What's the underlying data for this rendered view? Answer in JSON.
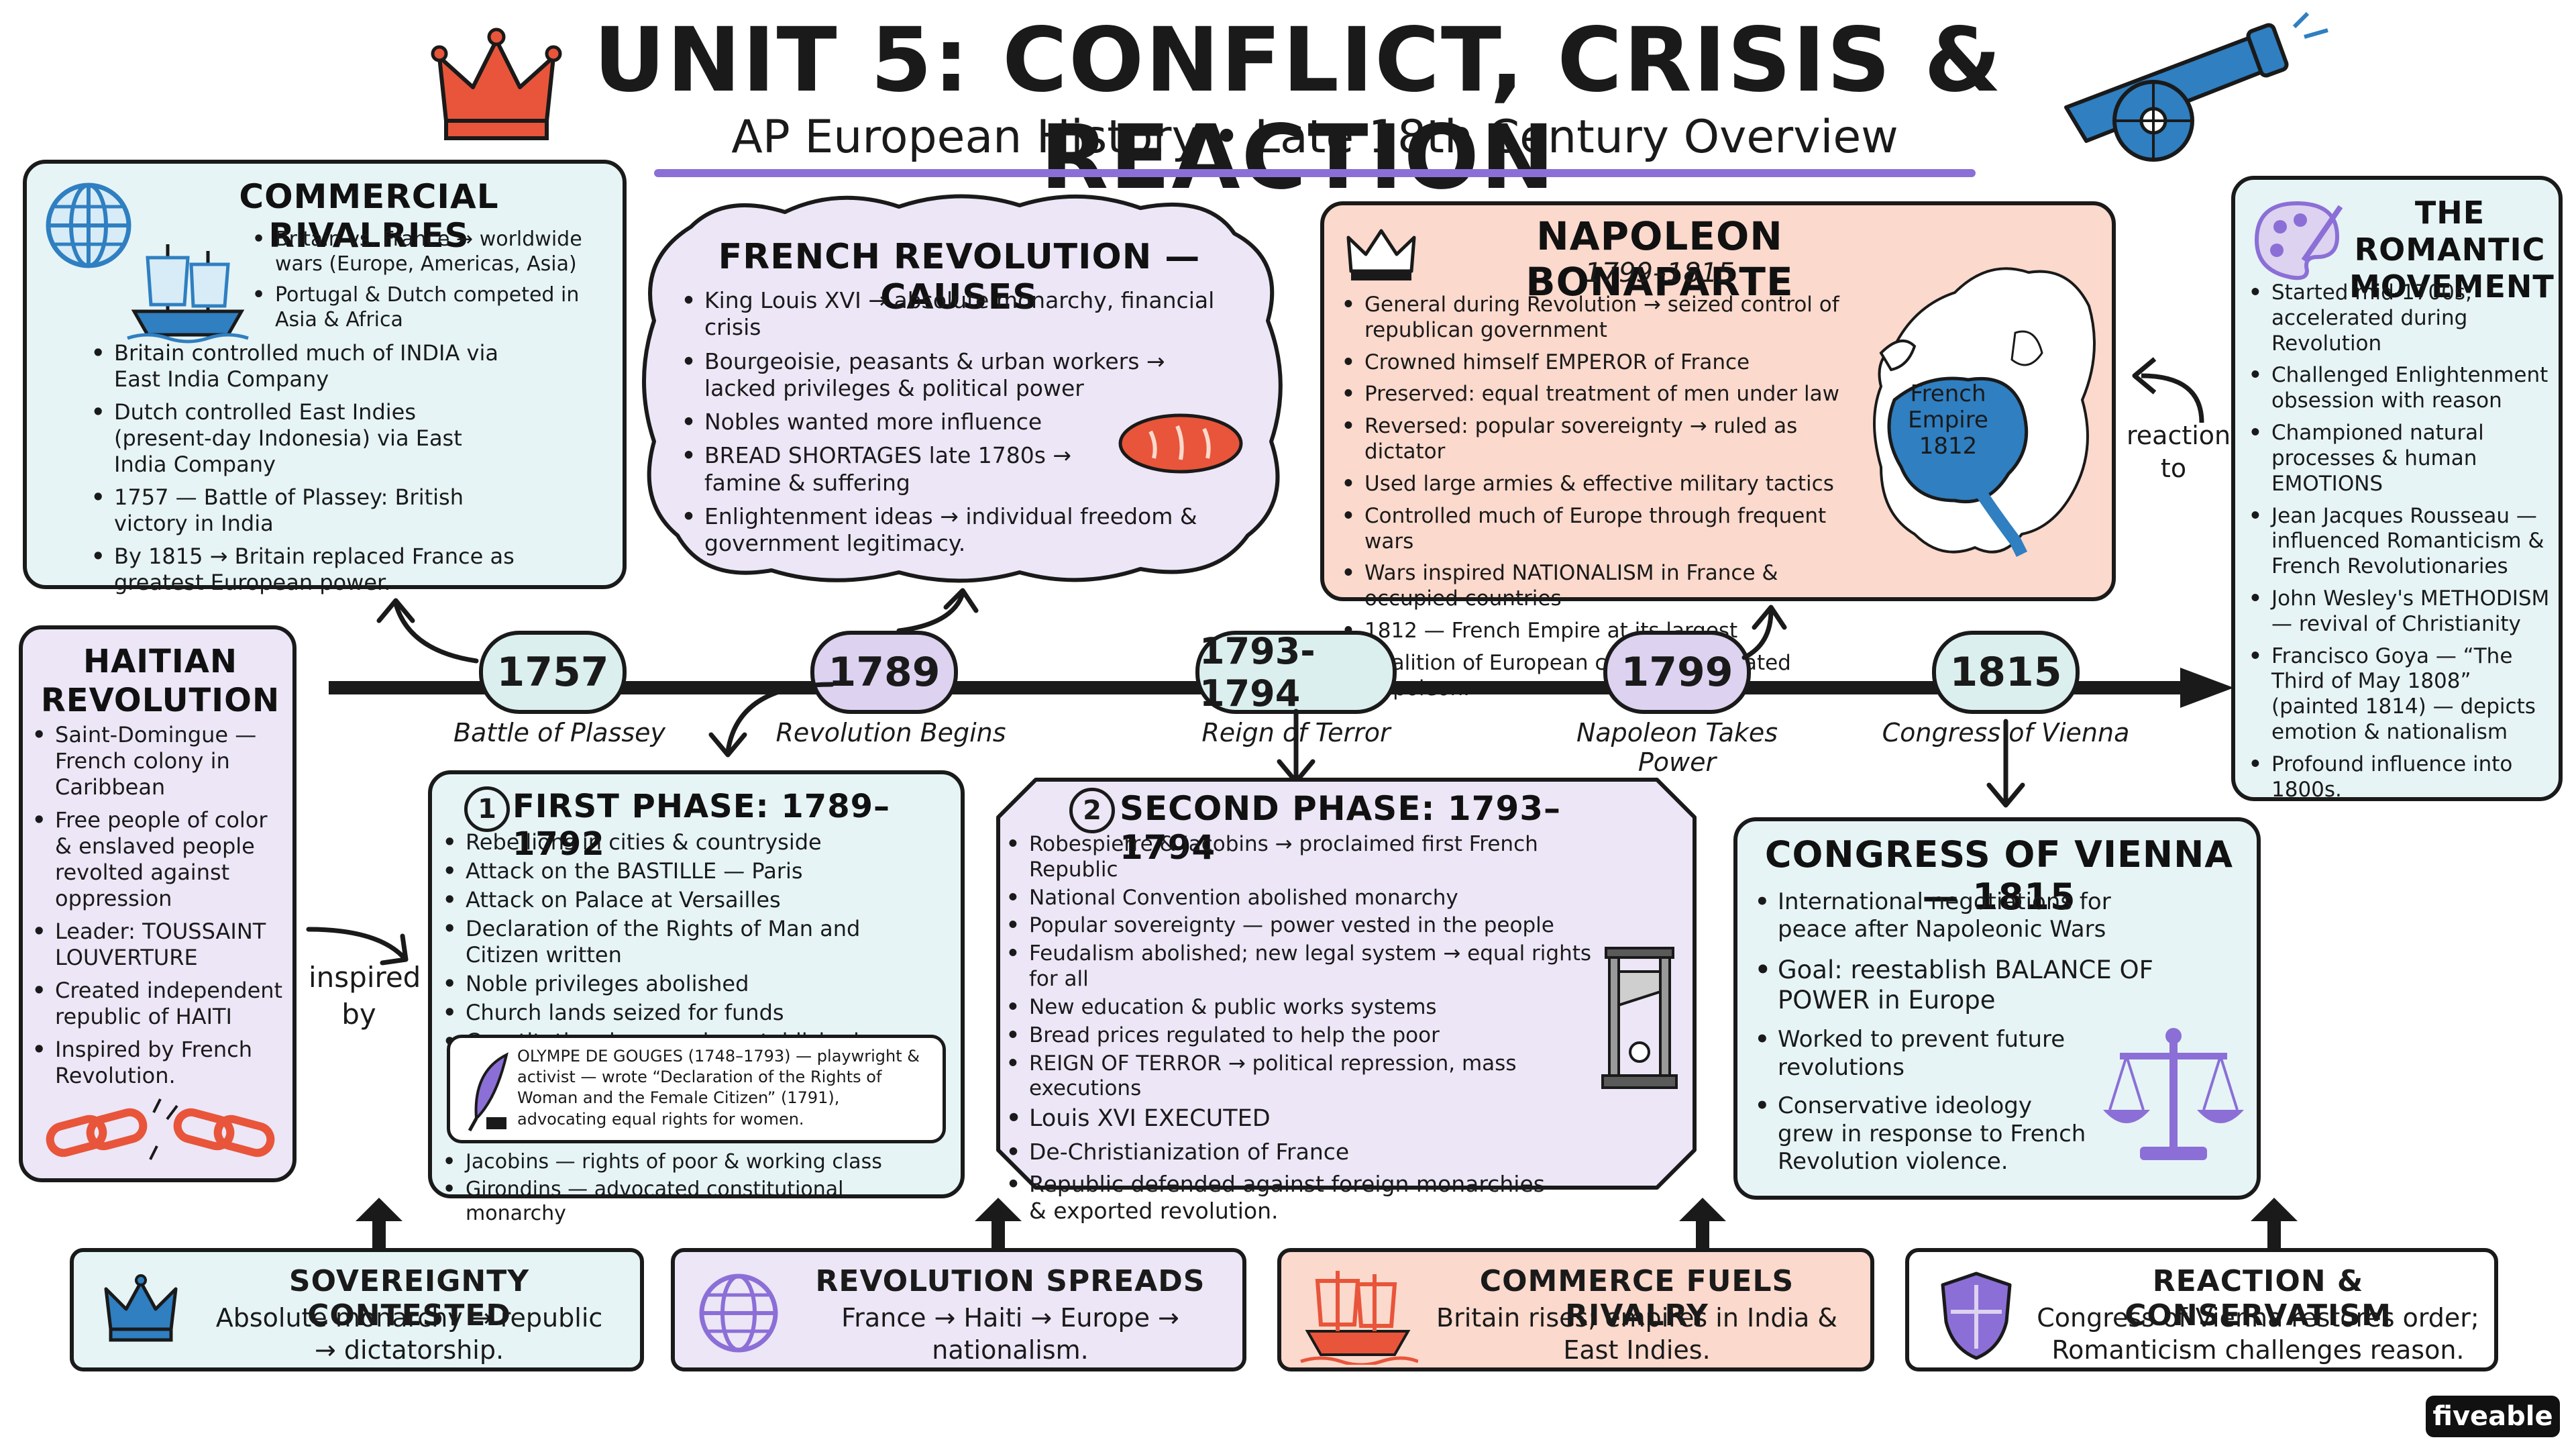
{
  "header": {
    "title": "UNIT 5: CONFLICT, CRISIS & REACTION",
    "subtitle": "AP European History • Late 18th Century Overview"
  },
  "commercial": {
    "title": "COMMERCIAL RIVALRIES",
    "bullets": [
      "Britain vs. France → worldwide wars (Europe, Americas, Asia)",
      "Portugal & Dutch competed in Asia & Africa",
      "Britain controlled much of INDIA via East India Company",
      "Dutch controlled East Indies (present-day Indonesia) via East India Company",
      "1757 — Battle of Plassey: British victory in India",
      "By 1815 → Britain replaced France as greatest European power."
    ]
  },
  "causes": {
    "title": "FRENCH REVOLUTION — CAUSES",
    "bullets": [
      "King Louis XVI → absolute monarchy, financial crisis",
      "Bourgeoisie, peasants & urban workers → lacked privileges & political power",
      "Nobles wanted more influence",
      "BREAD SHORTAGES late 1780s → famine & suffering",
      "Enlightenment ideas → individual freedom & government legitimacy."
    ]
  },
  "napoleon": {
    "title": "NAPOLEON BONAPARTE",
    "dates": "1799–1815",
    "bullets": [
      "General during Revolution → seized control of republican government",
      "Crowned himself EMPEROR of France",
      "Preserved: equal treatment of men under law",
      "Reversed: popular sovereignty → ruled as dictator",
      "Used large armies & effective military tactics",
      "Controlled much of Europe through frequent wars",
      "Wars inspired NATIONALISM in France & occupied countries",
      "1812 — French Empire at its largest",
      "Coalition of European countries defeated Napoleon."
    ],
    "map_label": "French Empire 1812"
  },
  "romantic": {
    "title": "THE ROMANTIC MOVEMENT",
    "bullets": [
      "Started mid-1700s, accelerated during Revolution",
      "Challenged Enlightenment obsession with reason",
      "Championed natural processes & human EMOTIONS",
      "Jean Jacques Rousseau — influenced Romanticism & French Revolutionaries",
      "John Wesley's METHODISM — revival of Christianity",
      "Francisco Goya — “The Third of May 1808” (painted 1814) — depicts emotion & nationalism",
      "Profound influence into 1800s."
    ]
  },
  "reaction_label": "reaction to",
  "haitian": {
    "title": "HAITIAN REVOLUTION",
    "bullets": [
      "Saint-Domingue — French colony in Caribbean",
      "Free people of color & enslaved people revolted against oppression",
      "Leader: TOUSSAINT LOUVERTURE",
      "Created independent republic of HAITI",
      "Inspired by French Revolution."
    ]
  },
  "inspired_label": "inspired by",
  "timeline": [
    {
      "year": "1757",
      "caption": "Battle of Plassey"
    },
    {
      "year": "1789",
      "caption": "Revolution Begins"
    },
    {
      "year": "1793-1794",
      "caption": "Reign of Terror"
    },
    {
      "year": "1799",
      "caption": "Napoleon Takes Power"
    },
    {
      "year": "1815",
      "caption": "Congress of Vienna"
    }
  ],
  "first_phase": {
    "number": "1",
    "title": "FIRST PHASE: 1789–1792",
    "bullets": [
      "Rebellions in cities & countryside",
      "Attack on the BASTILLE — Paris",
      "Attack on Palace at Versailles",
      "Declaration of the Rights of Man and Citizen written",
      "Noble privileges abolished",
      "Church lands seized for funds",
      "Constitutional monarchy established"
    ],
    "olympe": "OLYMPE DE GOUGES (1748–1793) — playwright & activist — wrote “Declaration of the Rights of Woman and the Female Citizen” (1791), advocating equal rights for women.",
    "bullets2": [
      "Jacobins — rights of poor & working class",
      "Girondins — advocated constitutional monarchy"
    ]
  },
  "second_phase": {
    "number": "2",
    "title": "SECOND PHASE: 1793–1794",
    "bullets": [
      "Robespierre & Jacobins → proclaimed first French Republic",
      "National Convention abolished monarchy",
      "Popular sovereignty — power vested in the people",
      "Feudalism abolished; new legal system → equal rights for all",
      "New education & public works systems",
      "Bread prices regulated to help the poor",
      "REIGN OF TERROR → political repression, mass executions",
      "Louis XVI EXECUTED",
      "De-Christianization of France",
      "Republic defended against foreign monarchies & exported revolution."
    ]
  },
  "congress": {
    "title": "CONGRESS OF VIENNA — 1815",
    "bullets": [
      "International negotiations for peace after Napoleonic Wars",
      "Goal: reestablish BALANCE OF POWER in Europe",
      "Worked to prevent future revolutions",
      "Conservative ideology grew in response to French Revolution violence."
    ]
  },
  "takeaways": [
    {
      "title": "SOVEREIGNTY CONTESTED",
      "text": "Absolute monarchy → republic → dictatorship."
    },
    {
      "title": "REVOLUTION SPREADS",
      "text": "France → Haiti → Europe → nationalism."
    },
    {
      "title": "COMMERCE FUELS RIVALRY",
      "text": "Britain rises; empires in India & East Indies."
    },
    {
      "title": "REACTION & CONSERVATISM",
      "text": "Congress of Vienna restores order; Romanticism challenges reason."
    }
  ],
  "brand": "fiveable",
  "icons": [
    "crown-icon",
    "cannon-icon",
    "globe-icon",
    "ship-icon",
    "bread-icon",
    "map-icon",
    "palette-icon",
    "broken-chain-icon",
    "quill-icon",
    "guillotine-icon",
    "scales-icon",
    "shield-icon"
  ],
  "colors": {
    "blue_box": "#e6f4f6",
    "purple_box": "#ece6f6",
    "salmon_box": "#fbd9cc",
    "accent_purple": "#8b6fd6",
    "accent_red": "#e8553a",
    "accent_blue": "#2f7fc1"
  }
}
